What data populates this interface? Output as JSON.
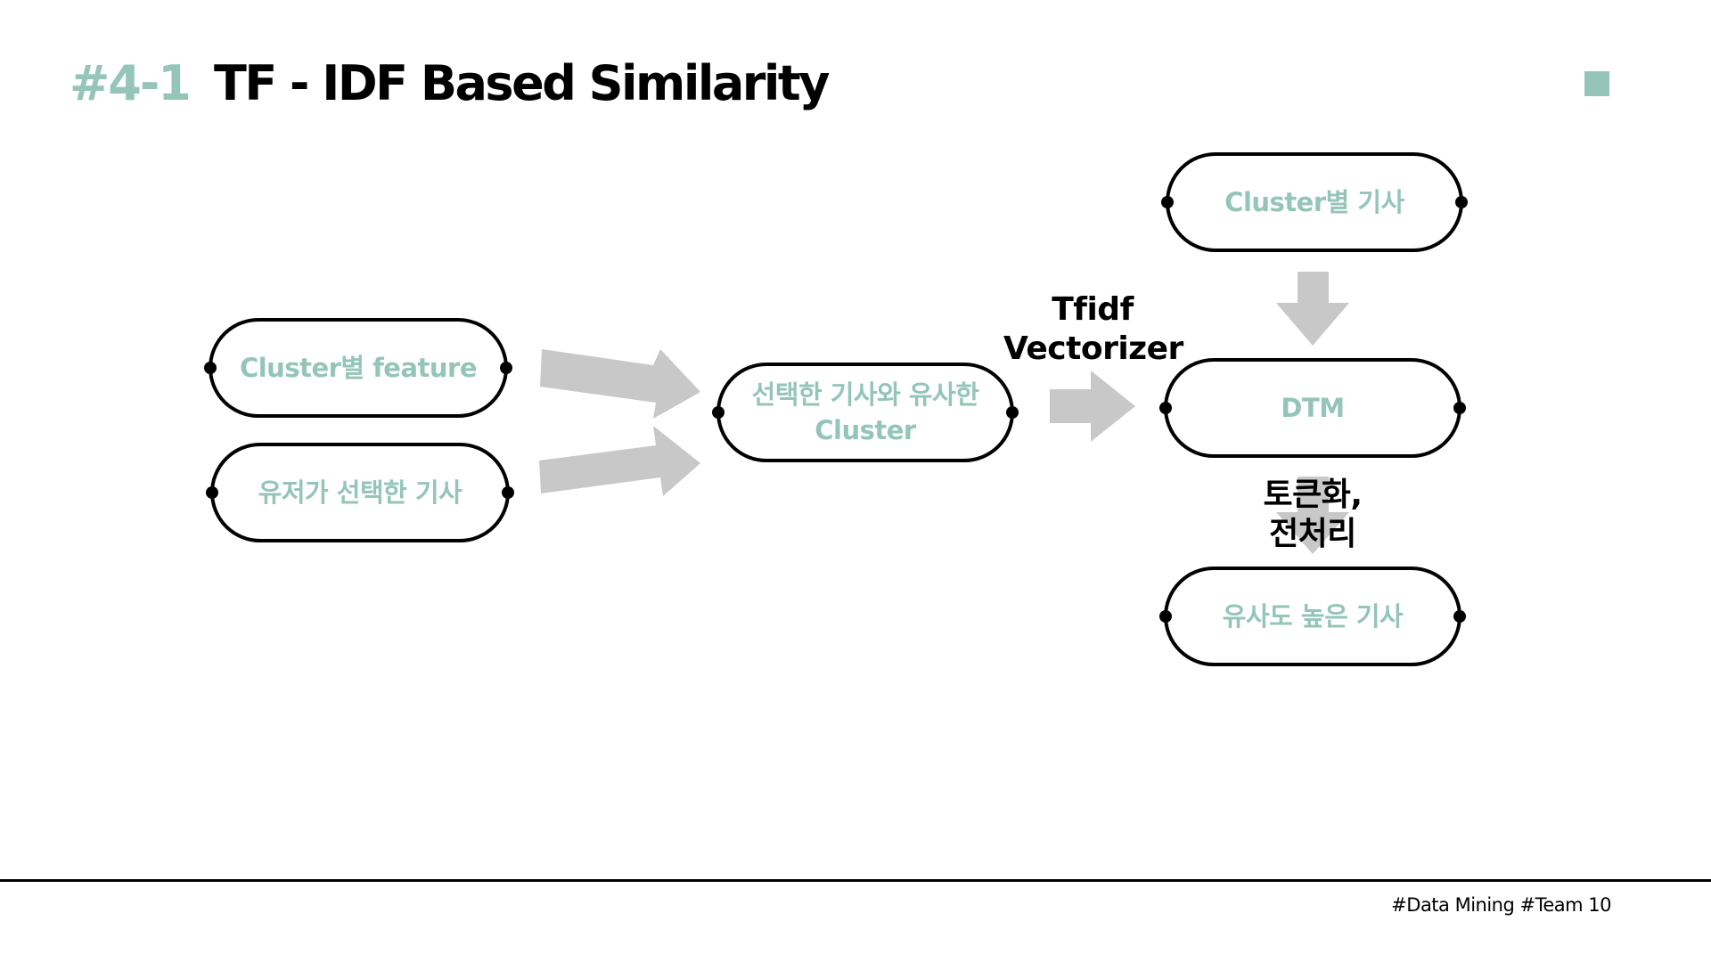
{
  "header": {
    "number": "#4-1",
    "title": "TF - IDF Based Similarity"
  },
  "nodes": {
    "cluster_feature": "Cluster별 feature",
    "user_article": "유저가 선택한 기사",
    "similar_cluster_line1": "선택한 기사와 유사한",
    "similar_cluster_line2": "Cluster",
    "cluster_articles": "Cluster별 기사",
    "dtm": "DTM",
    "similar_articles": "유사도 높은 기사"
  },
  "edge_labels": {
    "tfidf_line1": "Tfidf",
    "tfidf_line2": "Vectorizer",
    "tokenize_line1": "토큰화,",
    "tokenize_line2": "전처리"
  },
  "footer": {
    "text": "#Data Mining  #Team 10"
  },
  "colors": {
    "accent": "#94c5b8",
    "arrow": "#c8c8c8",
    "outline": "#000000"
  }
}
